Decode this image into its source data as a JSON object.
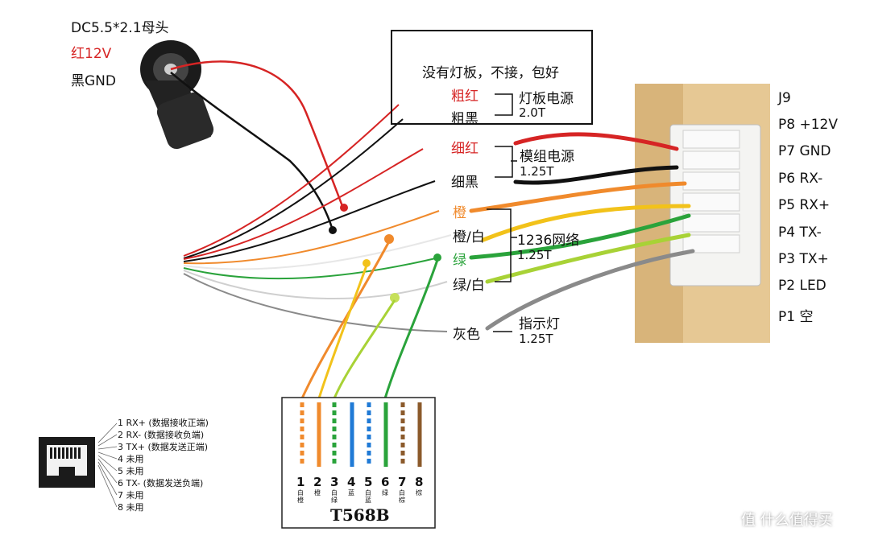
{
  "dc_jack": {
    "title": "DC5.5*2.1母头",
    "red": "红12V",
    "black": "黑GND"
  },
  "note_box": {
    "text": "没有灯板，不接，包好",
    "thick_red": "粗红",
    "thick_black": "粗黑",
    "power_label": "灯板电源",
    "power_size": "2.0T"
  },
  "module_power": {
    "thin_red": "细红",
    "thin_black": "细黑",
    "label": "模组电源",
    "size": "1.25T"
  },
  "network": {
    "orange": "橙",
    "orange_white": "橙/白",
    "green": "绿",
    "green_white": "绿/白",
    "label": "1236网络",
    "size": "1.25T"
  },
  "indicator": {
    "gray": "灰色",
    "label": "指示灯",
    "size": "1.25T"
  },
  "connector": {
    "title": "J9",
    "pins": [
      "P8 +12V",
      "P7  GND",
      "P6  RX-",
      "P5  RX+",
      "P4  TX-",
      "P3  TX+",
      "P2 LED",
      "P1 空"
    ]
  },
  "rj45": {
    "pins": [
      "1 RX+ (数据接收正端)",
      "2 RX- (数据接收负端)",
      "3 TX+ (数据发送正端)",
      "4 未用",
      "5 未用",
      "6 TX- (数据发送负端)",
      "7 未用",
      "8 未用"
    ]
  },
  "t568b": {
    "title": "T568B",
    "numbers": [
      "1",
      "2",
      "3",
      "4",
      "5",
      "6",
      "7",
      "8"
    ],
    "colors": [
      "白橙",
      "橙",
      "白绿",
      "蓝",
      "白蓝",
      "绿",
      "白棕",
      "棕"
    ]
  },
  "watermark": "值 什么值得买",
  "colors": {
    "red": "#d62424",
    "black": "#111111",
    "orange": "#f08a2c",
    "yellow": "#f2c21a",
    "green": "#2aa33b",
    "lime": "#a8d236",
    "gray": "#8a8a8a",
    "blue": "#1f7ad6"
  }
}
